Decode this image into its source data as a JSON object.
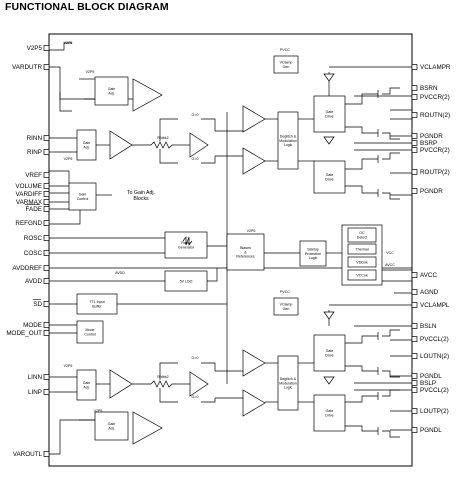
{
  "title": "FUNCTIONAL BLOCK DIAGRAM",
  "pins_left": [
    "V2P5",
    "VARDUTR",
    "RINN",
    "RINP",
    "VREF",
    "VOLUME",
    "VARDIFF",
    "VARMAX",
    "FADE",
    "REFGND",
    "ROSC",
    "COSC",
    "AVDDREF",
    "AVDD",
    "SD",
    "MODE",
    "MODE_OUT",
    "LINN",
    "LINP",
    "VAROUTL"
  ],
  "pins_right": [
    "VCLAMPR",
    "BSRN",
    "PVCCR(2)",
    "ROUTN(2)",
    "PGNDR",
    "BSRP",
    "PVCCR(2)",
    "ROUTP(2)",
    "PGNDR",
    "AVCC",
    "AGND",
    "VCLAMPL",
    "BSLN",
    "PVCCL(2)",
    "LOUTN(2)",
    "PGNDL",
    "BSLP",
    "PVCCL(2)",
    "LOUTP(2)",
    "PGNDL"
  ],
  "blocks": {
    "gain_adj": [
      "Gain",
      "Adj."
    ],
    "gain_control": [
      "Gain",
      "Control"
    ],
    "to_gain_adj": [
      "To Gain Adj.",
      "Blocks"
    ],
    "ramp_generator": [
      "Ramp",
      "Generator"
    ],
    "biases": [
      "Biases",
      "&",
      "References"
    ],
    "startup": [
      "Startup",
      "Protection",
      "Logic"
    ],
    "osc_detect": [
      "OC",
      "Detect"
    ],
    "thermal": "Thermal",
    "vddok": "VDDok",
    "vccok": "VCCok",
    "hv_ldo": "5V LDO",
    "ttl_buffer": [
      "TTL Input",
      "Buffer"
    ],
    "mode_control": [
      "Mode",
      "Control"
    ],
    "deglitch": [
      "Deglitch &",
      "Modulation",
      "Logic"
    ],
    "gate_drive": [
      "Gate",
      "Drive"
    ],
    "vclamp_gen": [
      "VClamp",
      "Gen"
    ],
    "resistor": "Rfdbk2"
  },
  "supply_labels": {
    "v2p5": "V2P5",
    "pvcc": "PVCC",
    "avdd": "AVDD",
    "avcc": "AVCC",
    "vcc": "VCC",
    "gain_0": "G=0"
  }
}
